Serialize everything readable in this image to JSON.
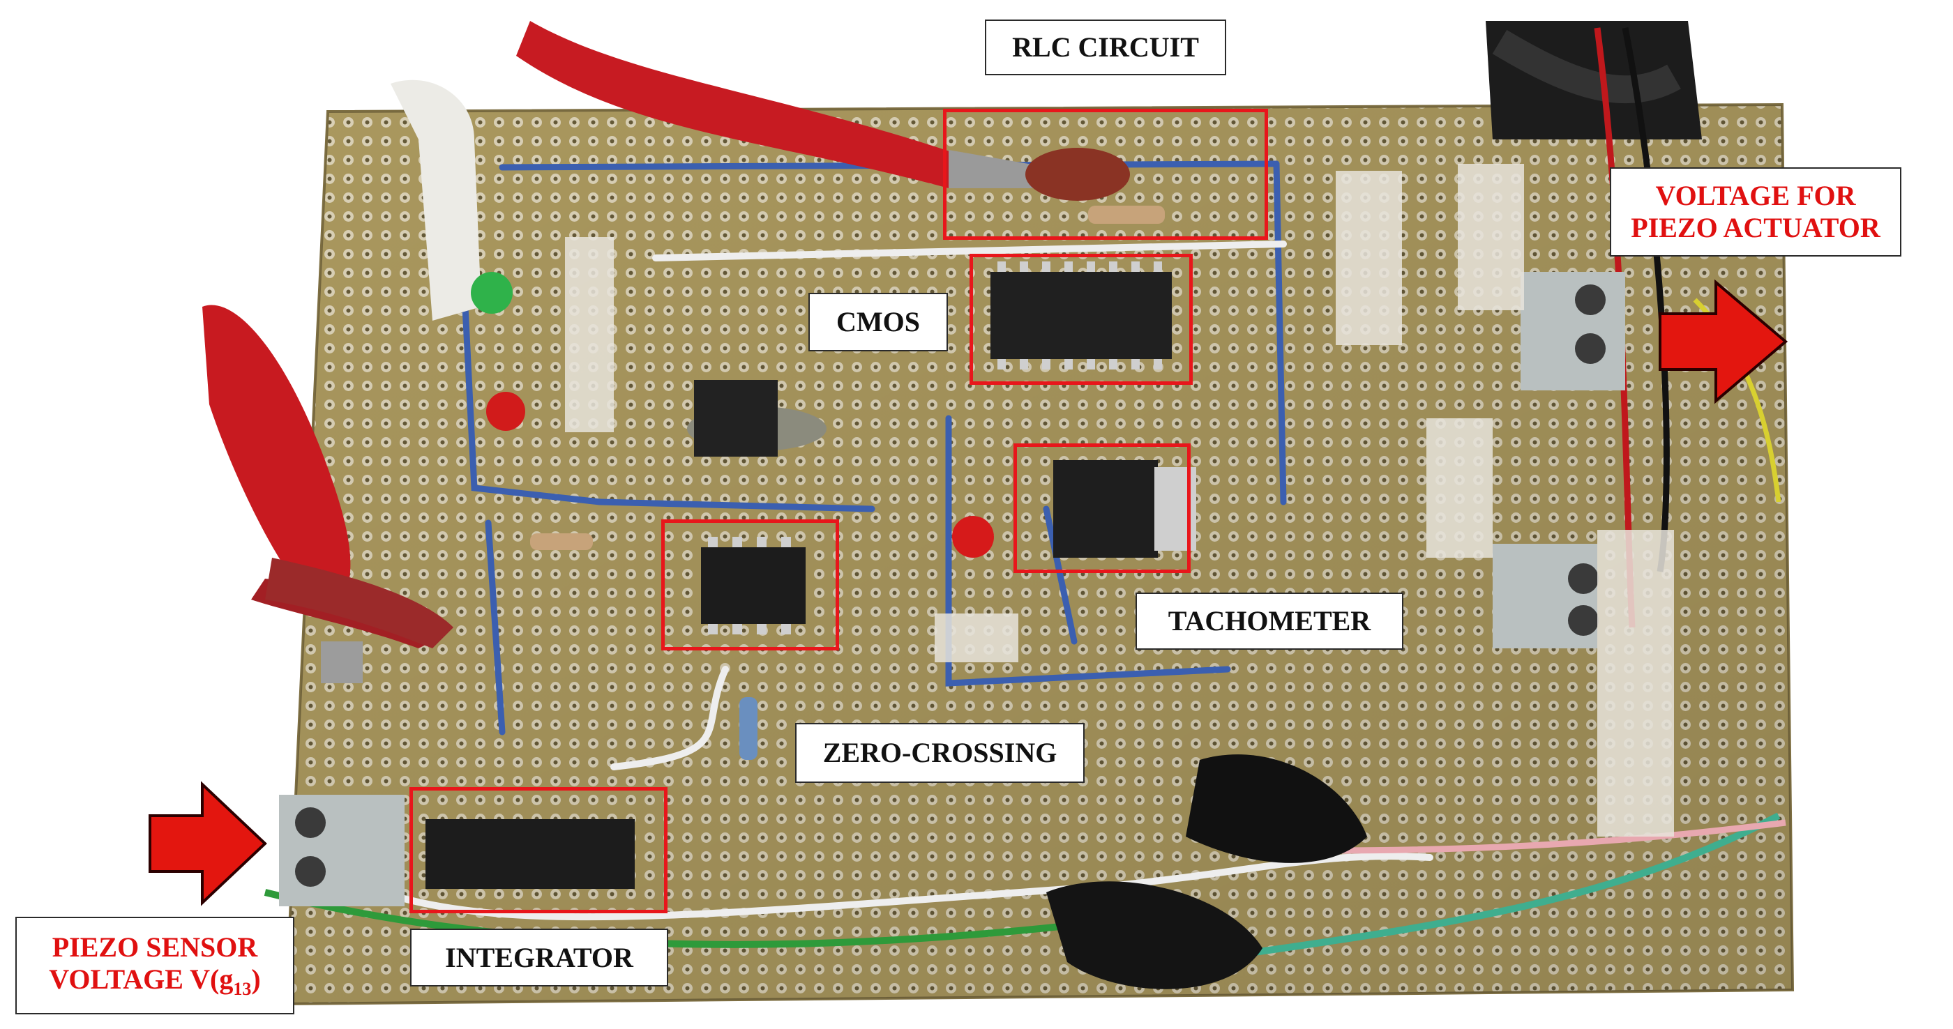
{
  "labels": {
    "rlc": "RLC CIRCUIT",
    "cmos": "CMOS",
    "tachometer": "TACHOMETER",
    "zero_crossing": "ZERO-CROSSING",
    "integrator": "INTEGRATOR",
    "voltage_actuator_line1": "VOLTAGE FOR",
    "voltage_actuator_line2": "PIEZO ACTUATOR",
    "piezo_sensor_line1": "PIEZO SENSOR",
    "piezo_sensor_line2_prefix": "VOLTAGE V(g",
    "piezo_sensor_line2_sub": "13",
    "piezo_sensor_line2_suffix": ")"
  },
  "colors": {
    "highlight": "#e8161b",
    "label_red": "#e01010",
    "board": "#b8a66a",
    "arrow": "#e3160f"
  }
}
